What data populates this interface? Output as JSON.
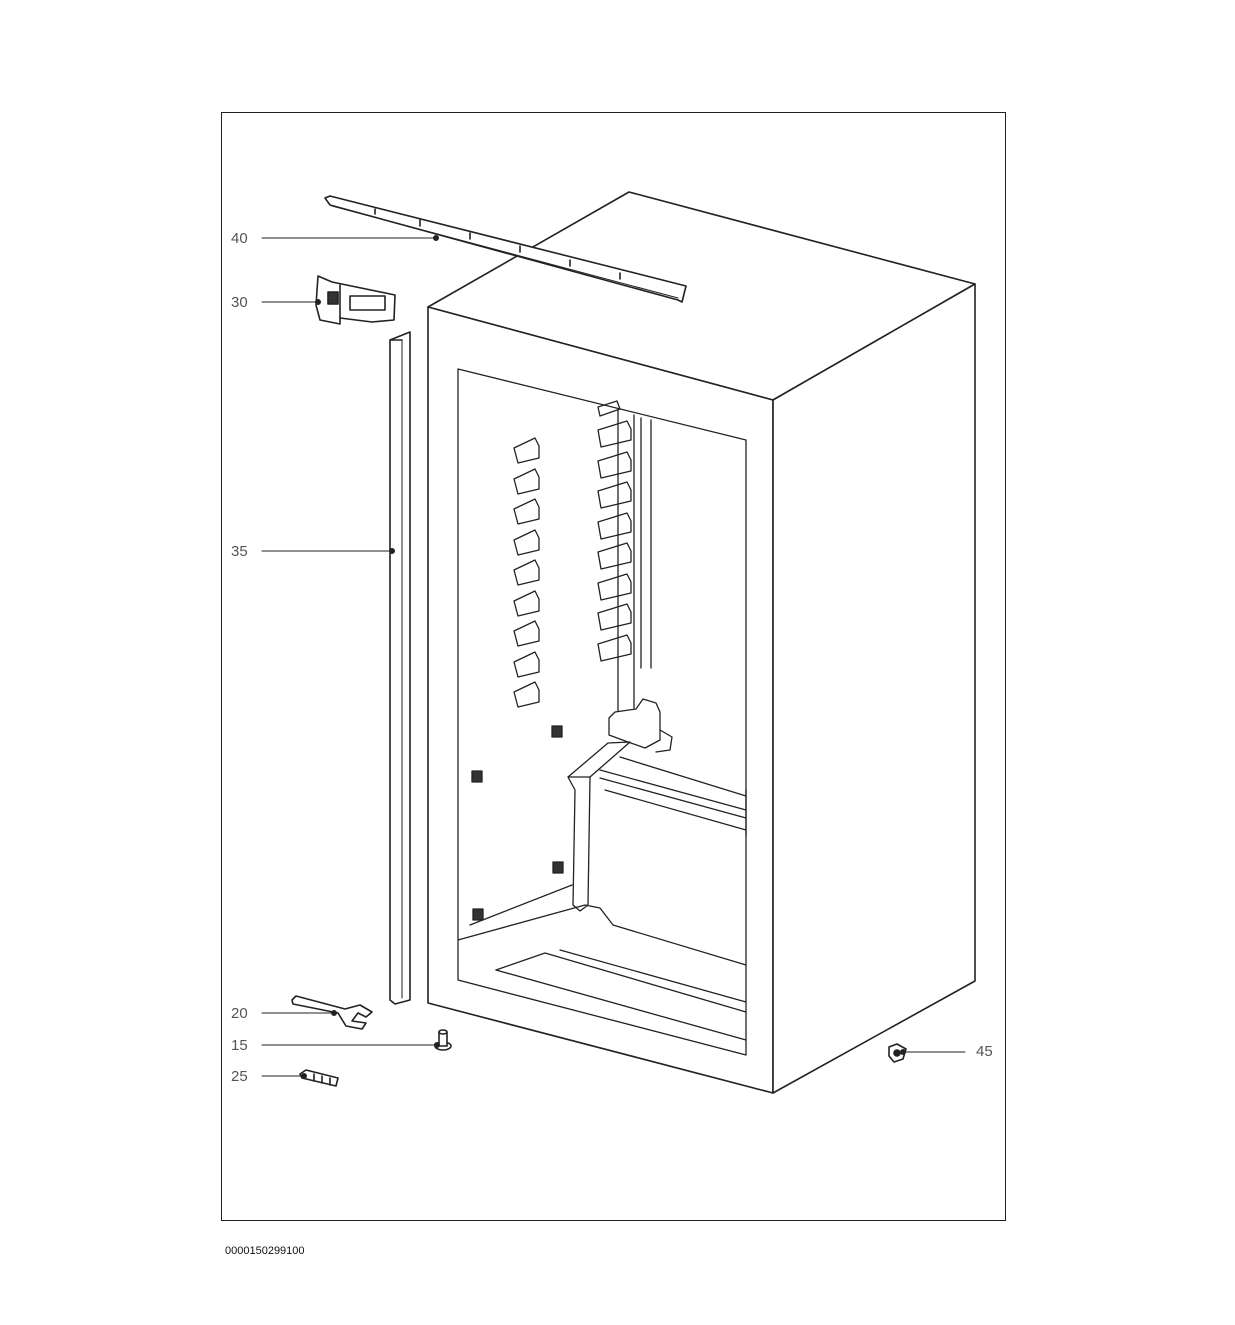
{
  "callouts": {
    "c40": "40",
    "c30": "30",
    "c35": "35",
    "c20": "20",
    "c15": "15",
    "c25": "25",
    "c45": "45"
  },
  "drawing_number": "0000150299100"
}
